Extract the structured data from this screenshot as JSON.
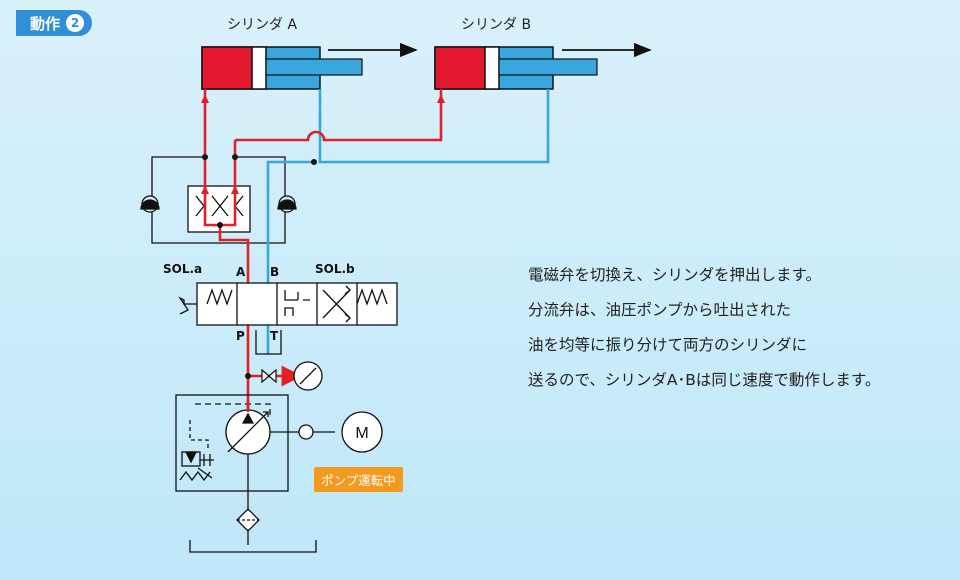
{
  "step": {
    "label": "動作",
    "number": "2"
  },
  "cylinders": [
    {
      "label": "シリンダ A"
    },
    {
      "label": "シリンダ B"
    }
  ],
  "valve": {
    "sol_a": "SOL.a",
    "sol_b": "SOL.b",
    "port_a": "A",
    "port_b": "B",
    "port_p": "P",
    "port_t": "T"
  },
  "motor": {
    "label": "M"
  },
  "status_badge": "ポンプ運転中",
  "description": [
    "電磁弁を切換え、シリンダを押出します。",
    "分流弁は、油圧ポンプから吐出された",
    "油を均等に振り分けて両方のシリンダに",
    "送るので、シリンダA･Bは同じ速度で動作します。"
  ],
  "colors": {
    "pressure_line": "#e01f26",
    "return_line": "#3aa6de",
    "cylinder_head": "#e3172d",
    "cylinder_rod": "#39a6dd",
    "badge": "#2f8fd8",
    "status": "#f39a1e"
  }
}
